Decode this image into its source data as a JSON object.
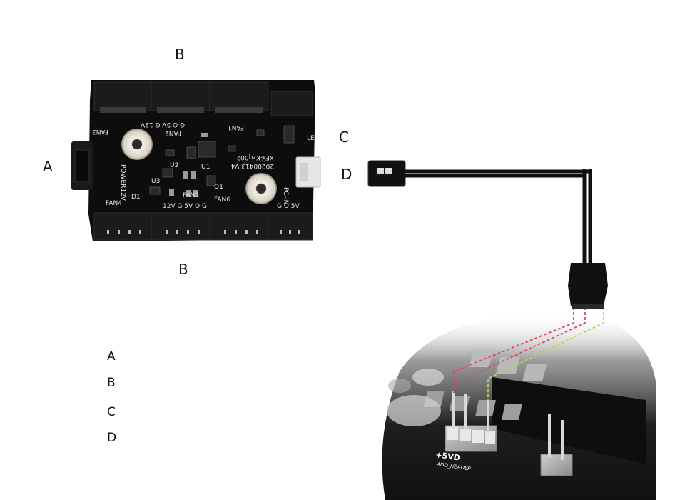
{
  "callouts": {
    "b_top": "B",
    "a_left": "A",
    "c_right": "C",
    "d_right": "D",
    "b_bottom": "B"
  },
  "legend": [
    "A",
    "B",
    "C",
    "D"
  ],
  "board_silkscreen": {
    "fan1": "FAN1",
    "fan2": "FAN2",
    "fan3": "FAN3",
    "fan4": "FAN4",
    "fan5": "FAN5",
    "fan6": "FAN6",
    "power": "POWER12V",
    "volt_top": "G O 5V G 12V",
    "volt_bottom": "12V G 5V O G",
    "pc_in": "PC-IN",
    "g_o_5v": "G O 5V",
    "model": "XFY-Kzq002",
    "date": "20200413-V4",
    "led": "LE",
    "u1": "U1",
    "u2": "U2",
    "u3": "U3",
    "d1": "D1",
    "q1": "Q1"
  },
  "motherboard": {
    "header_label": "+5VD",
    "header_sub": "ADD_HEADER"
  },
  "colors": {
    "board": "#0f0f0f",
    "cable": "#111111",
    "wire_pink": "#e0407a",
    "wire_red": "#e04a4a",
    "wire_green": "#b8d84a"
  }
}
